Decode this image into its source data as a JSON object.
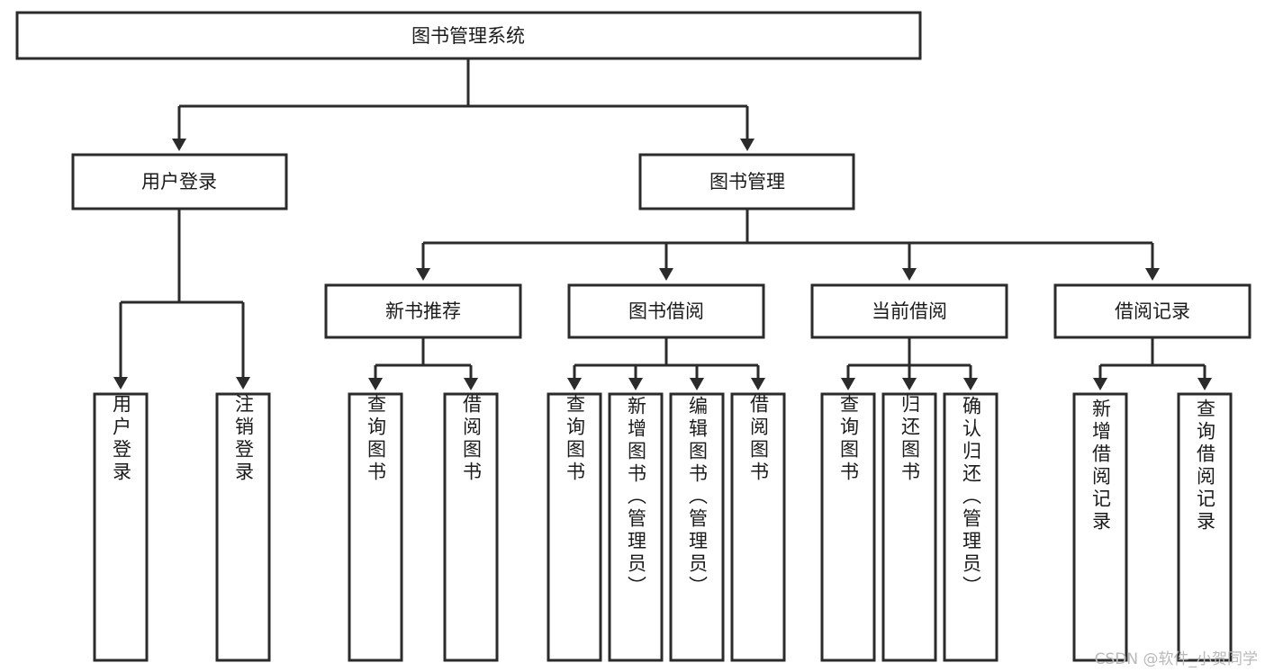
{
  "diagram": {
    "title": "图书管理系统",
    "type": "hierarchy-tree",
    "orientation": "top-down",
    "colors": {
      "box_stroke": "#2b2b2b",
      "box_fill": "#ffffff",
      "connector": "#2b2b2b",
      "text": "#1b1b1b",
      "watermark": "#b9b9b9",
      "background": "#ffffff"
    },
    "root": {
      "label": "图书管理系统"
    },
    "level2": [
      {
        "label": "用户登录"
      },
      {
        "label": "图书管理"
      }
    ],
    "level3": [
      {
        "label": "新书推荐"
      },
      {
        "label": "图书借阅"
      },
      {
        "label": "当前借阅"
      },
      {
        "label": "借阅记录"
      }
    ],
    "leaves": {
      "user_login": [
        {
          "label": "用户登录"
        },
        {
          "label": "注销登录"
        }
      ],
      "new_book_recommend": [
        {
          "label": "查询图书"
        },
        {
          "label": "借阅图书"
        }
      ],
      "book_borrow": [
        {
          "label": "查询图书"
        },
        {
          "label": "新增图书（管理员）"
        },
        {
          "label": "编辑图书（管理员）"
        },
        {
          "label": "借阅图书"
        }
      ],
      "current_borrow": [
        {
          "label": "查询图书"
        },
        {
          "label": "归还图书"
        },
        {
          "label": "确认归还（管理员）"
        }
      ],
      "borrow_record": [
        {
          "label": "新增借阅记录"
        },
        {
          "label": "查询借阅记录"
        }
      ]
    },
    "watermark": "CSDN @软件_小贺同学"
  }
}
